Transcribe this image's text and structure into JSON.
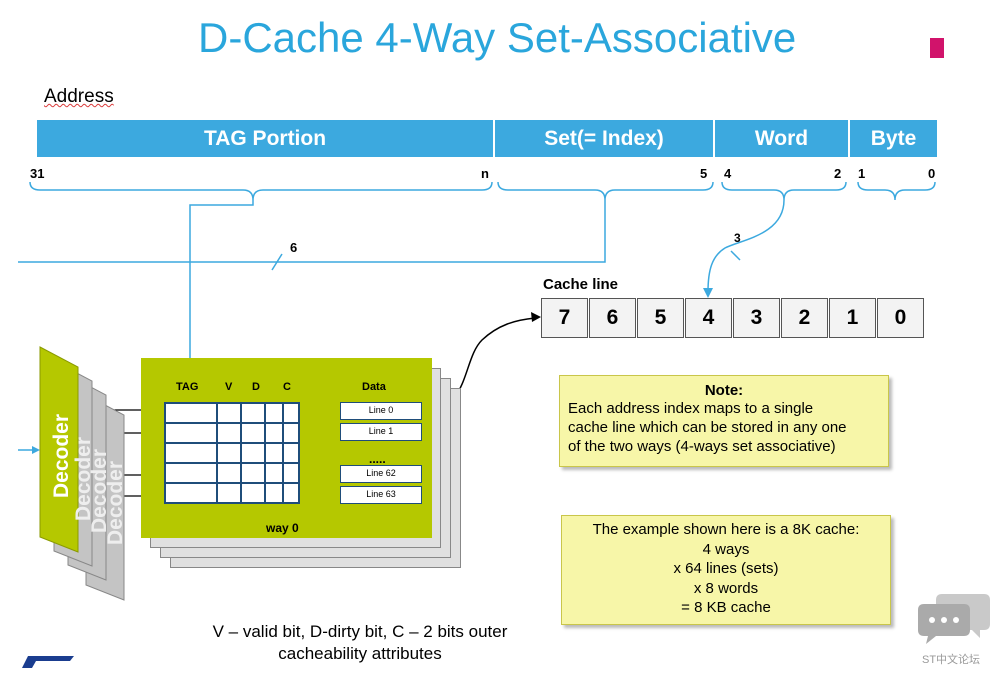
{
  "title": "D-Cache 4-Way Set-Associative",
  "colors": {
    "title": "#2aa6dc",
    "accent_mark": "#d1136b",
    "field_bar": "#3ca9df",
    "way_block": "#b5c800",
    "note_bg": "#f7f6a8",
    "grid": "#1f4d7a"
  },
  "address_label": "Address",
  "address_fields": [
    {
      "label": "TAG Portion",
      "high_bit": "31",
      "low_bit": "n"
    },
    {
      "label": "Set(= Index)",
      "high_bit": "",
      "low_bit": "5"
    },
    {
      "label": "Word",
      "high_bit": "4",
      "low_bit": "2"
    },
    {
      "label": "Byte",
      "high_bit": "1",
      "low_bit": "0"
    }
  ],
  "bus_widths": {
    "index_bus": "6",
    "word_bus": "3"
  },
  "cache_line": {
    "label": "Cache line",
    "words": [
      "7",
      "6",
      "5",
      "4",
      "3",
      "2",
      "1",
      "0"
    ]
  },
  "way": {
    "headers": {
      "tag": "TAG",
      "v": "V",
      "d": "D",
      "c": "C",
      "data": "Data"
    },
    "data_lines": [
      "Line 0",
      "Line 1",
      "Line 62",
      "Line 63"
    ],
    "ellipsis": ".....",
    "label": "way 0"
  },
  "decoder": {
    "label": "Decoder",
    "back_labels": [
      "Decoder",
      "Decoder",
      "Decoder"
    ]
  },
  "note1": {
    "title": "Note:",
    "lines": [
      "Each address index maps to a single",
      "cache line which can be stored in any one",
      "of the two  ways (4-ways set associative)"
    ]
  },
  "note2": {
    "lines": [
      "The example shown here is a 8K cache:",
      "4 ways",
      "x 64 lines (sets)",
      "x 8 words",
      "= 8 KB cache"
    ]
  },
  "footnote": {
    "lines": [
      "V – valid bit, D-dirty bit, C – 2 bits outer",
      "cacheability attributes"
    ]
  },
  "watermark": {
    "icon": "chat-bubbles-icon",
    "text": "ST中文论坛"
  }
}
